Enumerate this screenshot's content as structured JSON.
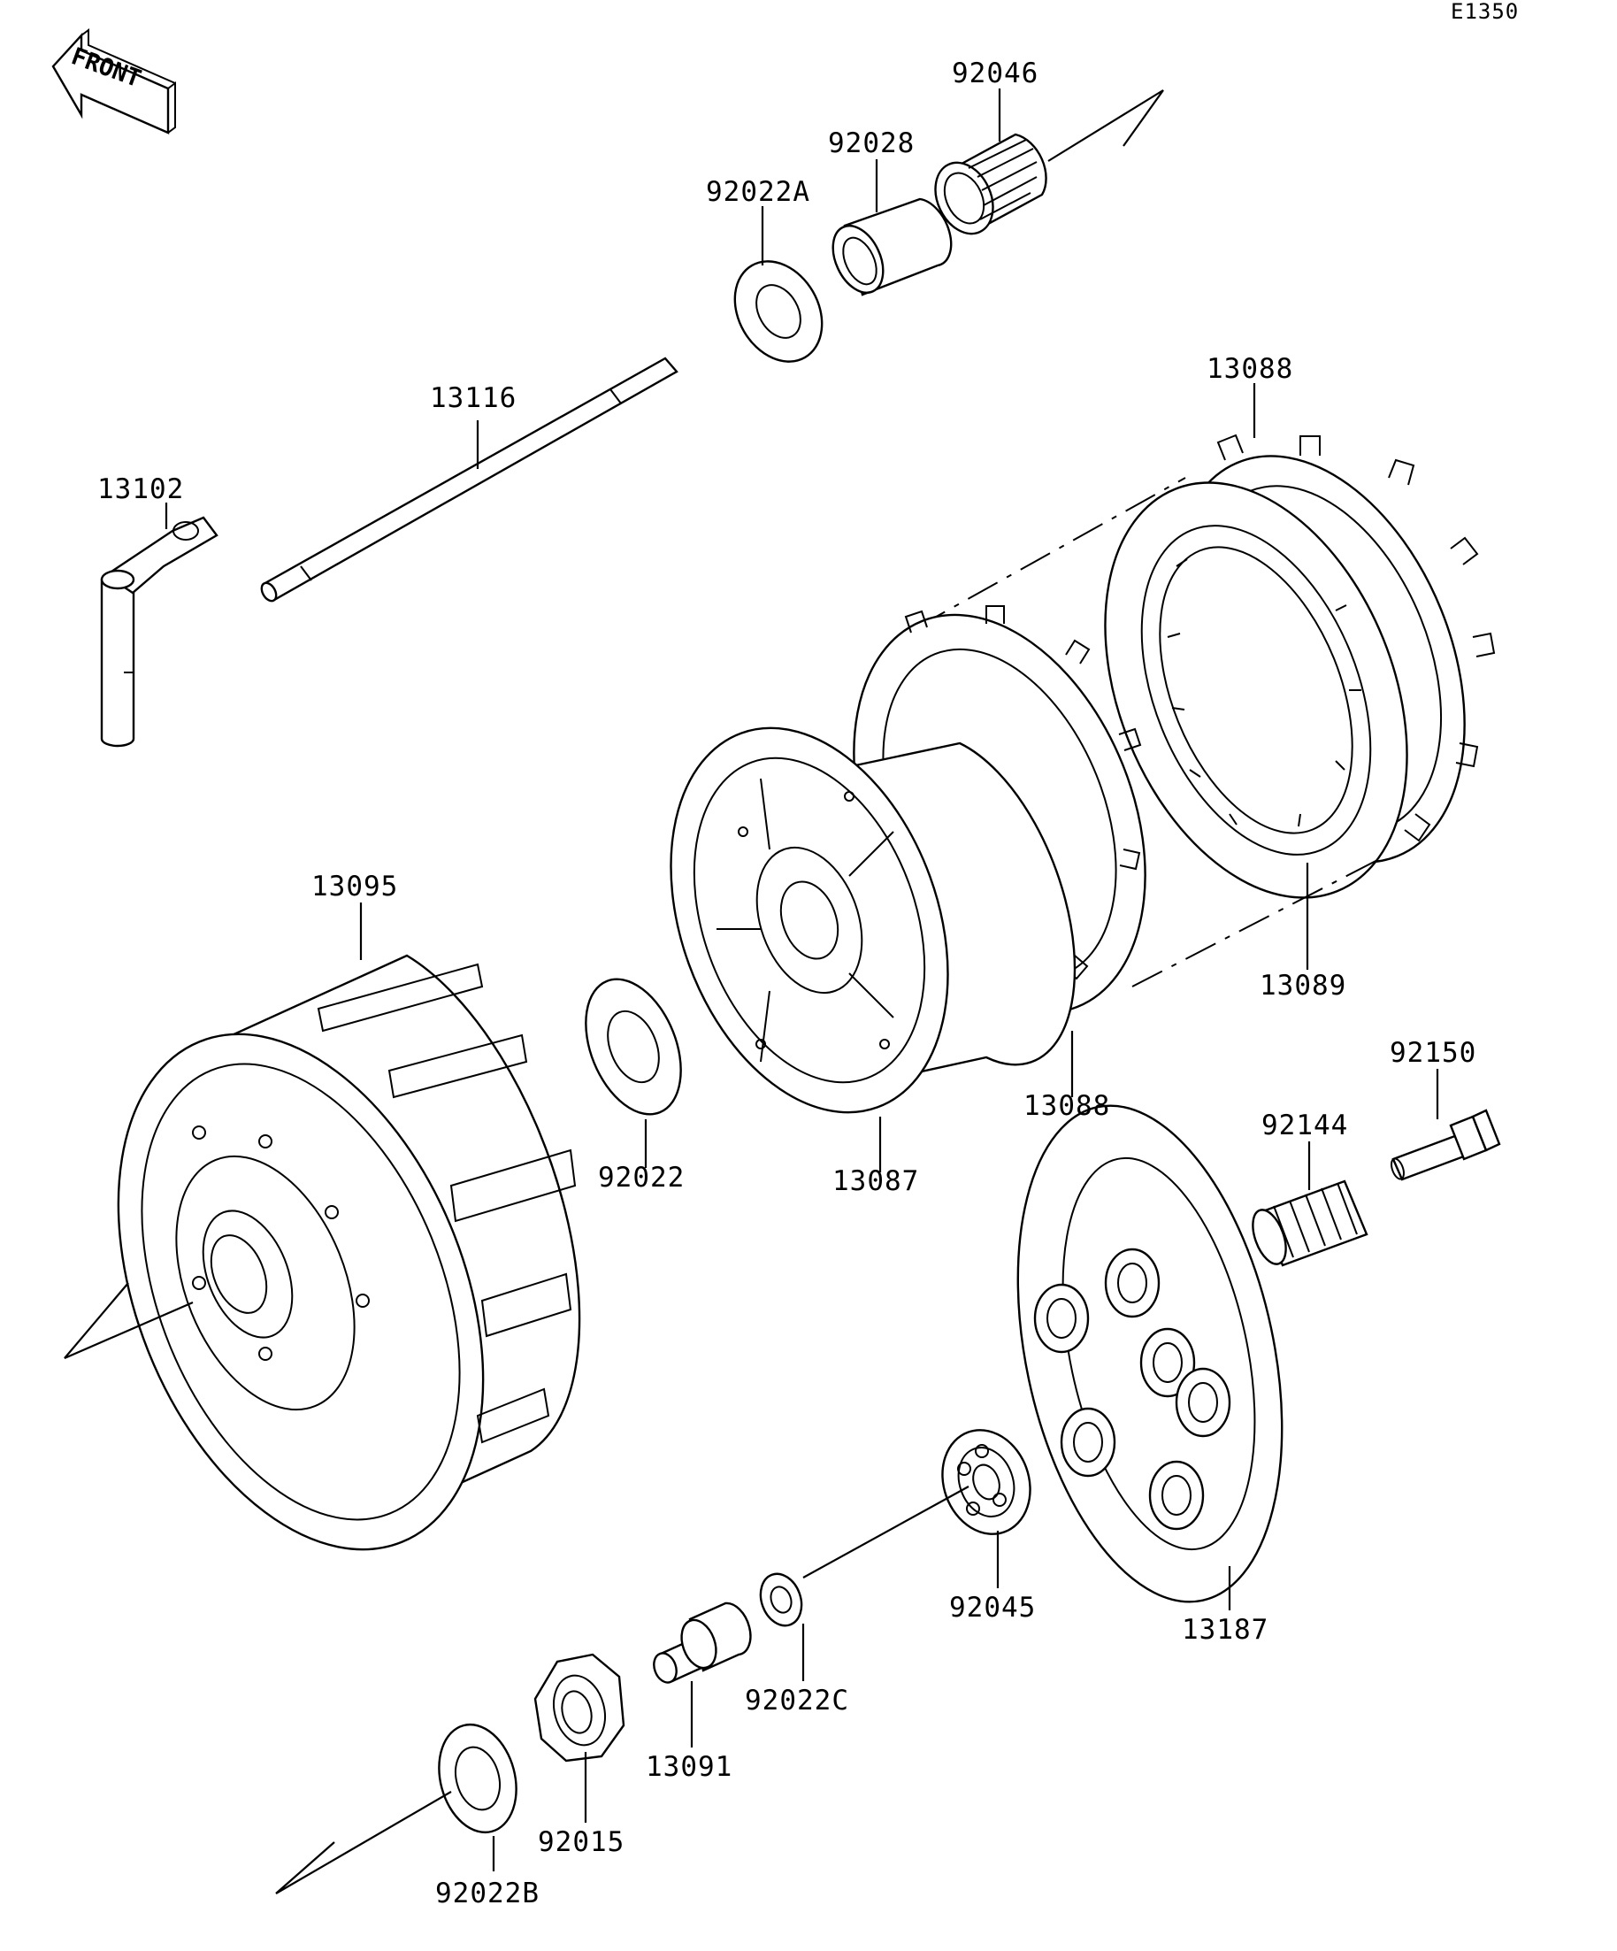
{
  "diagram_code": "E1350",
  "front_label": "FRONT",
  "parts": [
    {
      "label": "92046"
    },
    {
      "label": "92028"
    },
    {
      "label": "92022A"
    },
    {
      "label": "13116"
    },
    {
      "label": "13102"
    },
    {
      "label": "13088"
    },
    {
      "label": "13095"
    },
    {
      "label": "13089"
    },
    {
      "label": "92022"
    },
    {
      "label": "13087"
    },
    {
      "label": "13088"
    },
    {
      "label": "92150"
    },
    {
      "label": "92144"
    },
    {
      "label": "92045"
    },
    {
      "label": "13187"
    },
    {
      "label": "92022C"
    },
    {
      "label": "13091"
    },
    {
      "label": "92015"
    },
    {
      "label": "92022B"
    }
  ]
}
